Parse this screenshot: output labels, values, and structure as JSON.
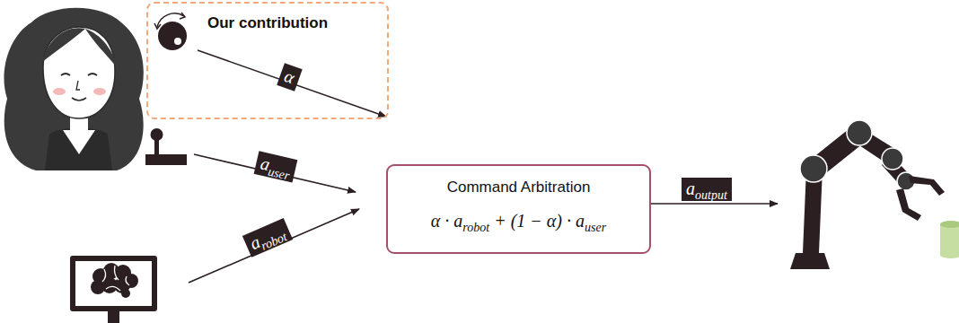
{
  "diagram": {
    "nodes": [
      {
        "text": [
          "Our contribution"
        ]
      },
      {
        "text": [
          "Command Arbitration",
          "α · a",
          "robot",
          " + (1 − α) · a",
          "user"
        ]
      }
    ],
    "labels": [
      "α",
      "a",
      "user",
      "a",
      "robot",
      "a",
      "output"
    ]
  }
}
